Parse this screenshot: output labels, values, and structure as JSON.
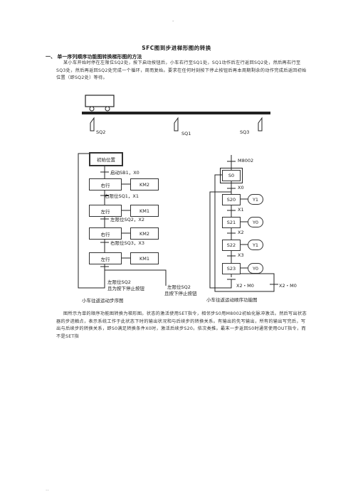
{
  "header_mark": "-",
  "footer_mark": "..",
  "doc": {
    "title": "SFC图到步进梯形图的转换",
    "heading": "一、 单一序列顺序功能图转换梯形图的方法",
    "para1": "某小车开始时停在左限位SQ2处，按下启动按钮后，小车右行至SQ1处，SQ1动作后左行返回SQ2处，然后再右行至SQ3处，然后再返回SQ2处完成一个循环，周而复始。要求在任何时刻按下停止按钮后再本周期剩余的动作完成后返回初始位置（即SQ2处）等待。",
    "para2": "图所示为单的顺序功能图转换为梯形图。状态的激活使用SET指令，相邻步S0用M8002初始化脉冲激活。然后写出状态器的步进触点，表示系统工作于此状态下时的输出状况和与后续步的转换关系。有输出的先写输出，所有的输出写完后，写出与后续步的转换关系，即S0满足转换条件X0时，激活后续步S20。依次类推。最末一步返回S0时通常使用OUT指令，而不是SET指"
  },
  "track": {
    "sq2": "SQ2",
    "sq1": "SQ1",
    "sq3": "SQ3"
  },
  "left_chart": {
    "init": "初始位置",
    "t1": "启动SB1，X0",
    "t2": "右限位SQ1，X1",
    "t3": "左限位SQ2，X2",
    "t4": "右限位SQ3，X3",
    "t5a": "左限位SQ2",
    "t5b": "且为按下停止按钮",
    "t6a": "左限位SQ2",
    "t6b": "且按下停止按钮",
    "steps": [
      {
        "name": "右行",
        "out": "KM2"
      },
      {
        "name": "左行",
        "out": "KM1"
      },
      {
        "name": "右行",
        "out": "KM2"
      },
      {
        "name": "左行",
        "out": "KM1"
      }
    ],
    "caption": "小车往返运动步序图"
  },
  "right_chart": {
    "pulse": "M8002",
    "s0": "S0",
    "x0": "X0",
    "x1": "X1",
    "x2": "X2",
    "x3": "X3",
    "x2n": "X2・M0",
    "x2m": "X2・M0",
    "steps": [
      {
        "name": "S20",
        "out": "Y1"
      },
      {
        "name": "S21",
        "out": "Y0"
      },
      {
        "name": "S22",
        "out": "Y1"
      },
      {
        "name": "S23",
        "out": "Y0"
      }
    ],
    "caption": "小车往返运动顺序功能图"
  }
}
